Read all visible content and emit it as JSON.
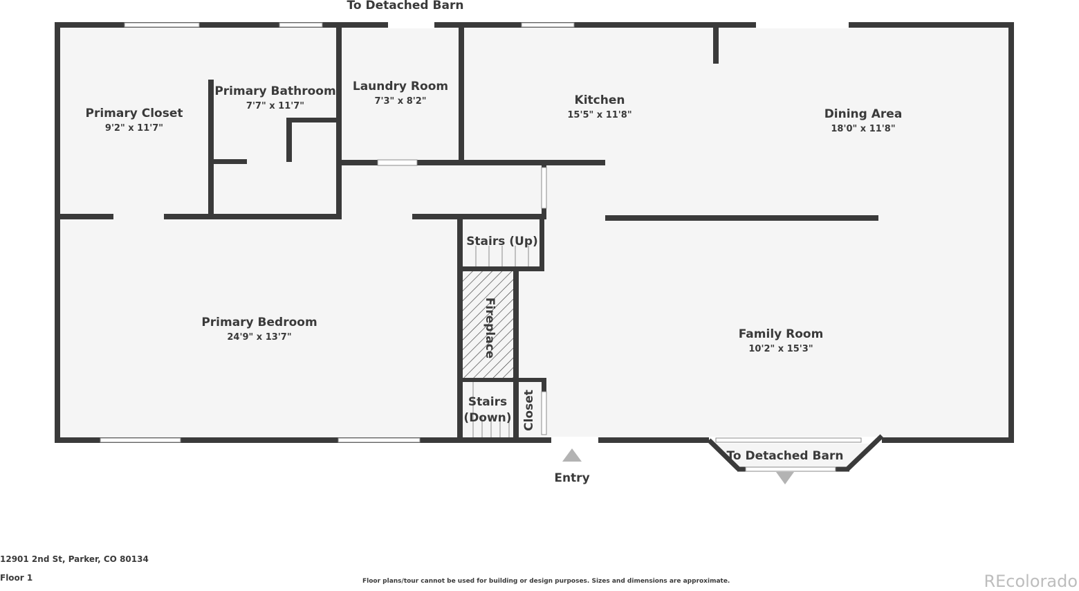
{
  "rooms": {
    "primary_closet": {
      "name": "Primary Closet",
      "dims": "9'2\" x 11'7\""
    },
    "primary_bathroom": {
      "name": "Primary Bathroom",
      "dims": "7'7\" x 11'7\""
    },
    "laundry_room": {
      "name": "Laundry Room",
      "dims": "7'3\" x 8'2\""
    },
    "kitchen": {
      "name": "Kitchen",
      "dims": "15'5\" x 11'8\""
    },
    "dining_area": {
      "name": "Dining Area",
      "dims": "18'0\" x 11'8\""
    },
    "primary_bedroom": {
      "name": "Primary Bedroom",
      "dims": "24'9\" x 13'7\""
    },
    "family_room": {
      "name": "Family Room",
      "dims": "10'2\" x 15'3\""
    }
  },
  "labels": {
    "top_barn": "To Detached Barn",
    "bottom_barn": "To Detached Barn",
    "entry": "Entry",
    "stairs_up": "Stairs (Up)",
    "stairs_down_line1": "Stairs",
    "stairs_down_line2": "(Down)",
    "fireplace": "Fireplace",
    "closet": "Closet"
  },
  "footer": {
    "address": "12901 2nd St, Parker, CO 80134",
    "floor": "Floor 1",
    "disclaimer": "Floor plans/tour cannot be used for building or design purposes. Sizes and dimensions are approximate.",
    "brand": "REcolorado"
  },
  "colors": {
    "wall": "#3a3a3a",
    "floor": "#f5f5f5",
    "window": "#ffffff",
    "arrow": "#b3b3b3"
  }
}
